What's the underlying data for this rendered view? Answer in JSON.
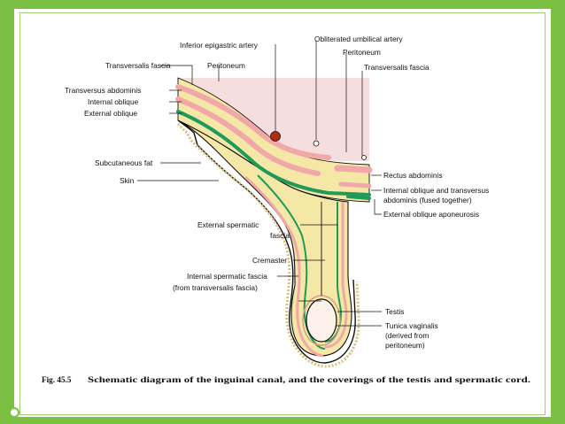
{
  "colors": {
    "frame": "#7ac143",
    "peritoneum_fill": "#f7dede",
    "fat_yellow": "#f5e7a5",
    "muscle_pink": "#f0a8a8",
    "oblique_green": "#1f9a5a",
    "outline": "#111111",
    "artery_red": "#b52a12"
  },
  "labels": {
    "inferior_epigastric_artery": "Inferior epigastric artery",
    "obliterated_umbilical_artery": "Obliterated umbilical artery",
    "peritoneum_right": "Peritoneum",
    "transversalis_fascia_right": "Transversalis fascia",
    "transversalis_fascia_left": "Transversalis fascia",
    "peritoneum_left": "Peritoneum",
    "transversus_abdominis": "Transversus abdominis",
    "internal_oblique": "Internal oblique",
    "external_oblique": "External oblique",
    "subcutaneous_fat": "Subcutaneous fat",
    "skin": "Skin",
    "rectus_abdominis": "Rectus abdominis",
    "internal_oblique_transversus_1": "Internal oblique and transversus",
    "internal_oblique_transversus_2": "abdominis (fused together)",
    "external_oblique_aponeurosis": "External oblique aponeurosis",
    "external_spermatic_fascia_1": "External spermatic",
    "external_spermatic_fascia_2": "fascia",
    "cremaster": "Cremaster",
    "internal_spermatic_fascia_1": "Internal spermatic fascia",
    "internal_spermatic_fascia_2": "(from transversalis fascia)",
    "testis": "Testis",
    "tunica_vaginalis_1": "Tunica vaginalis",
    "tunica_vaginalis_2": "(derived from",
    "tunica_vaginalis_3": "peritoneum)"
  },
  "caption": {
    "figure_number": "Fig. 45.5",
    "text": "Schematic diagram of the inguinal canal, and the coverings of the testis and spermatic cord."
  }
}
